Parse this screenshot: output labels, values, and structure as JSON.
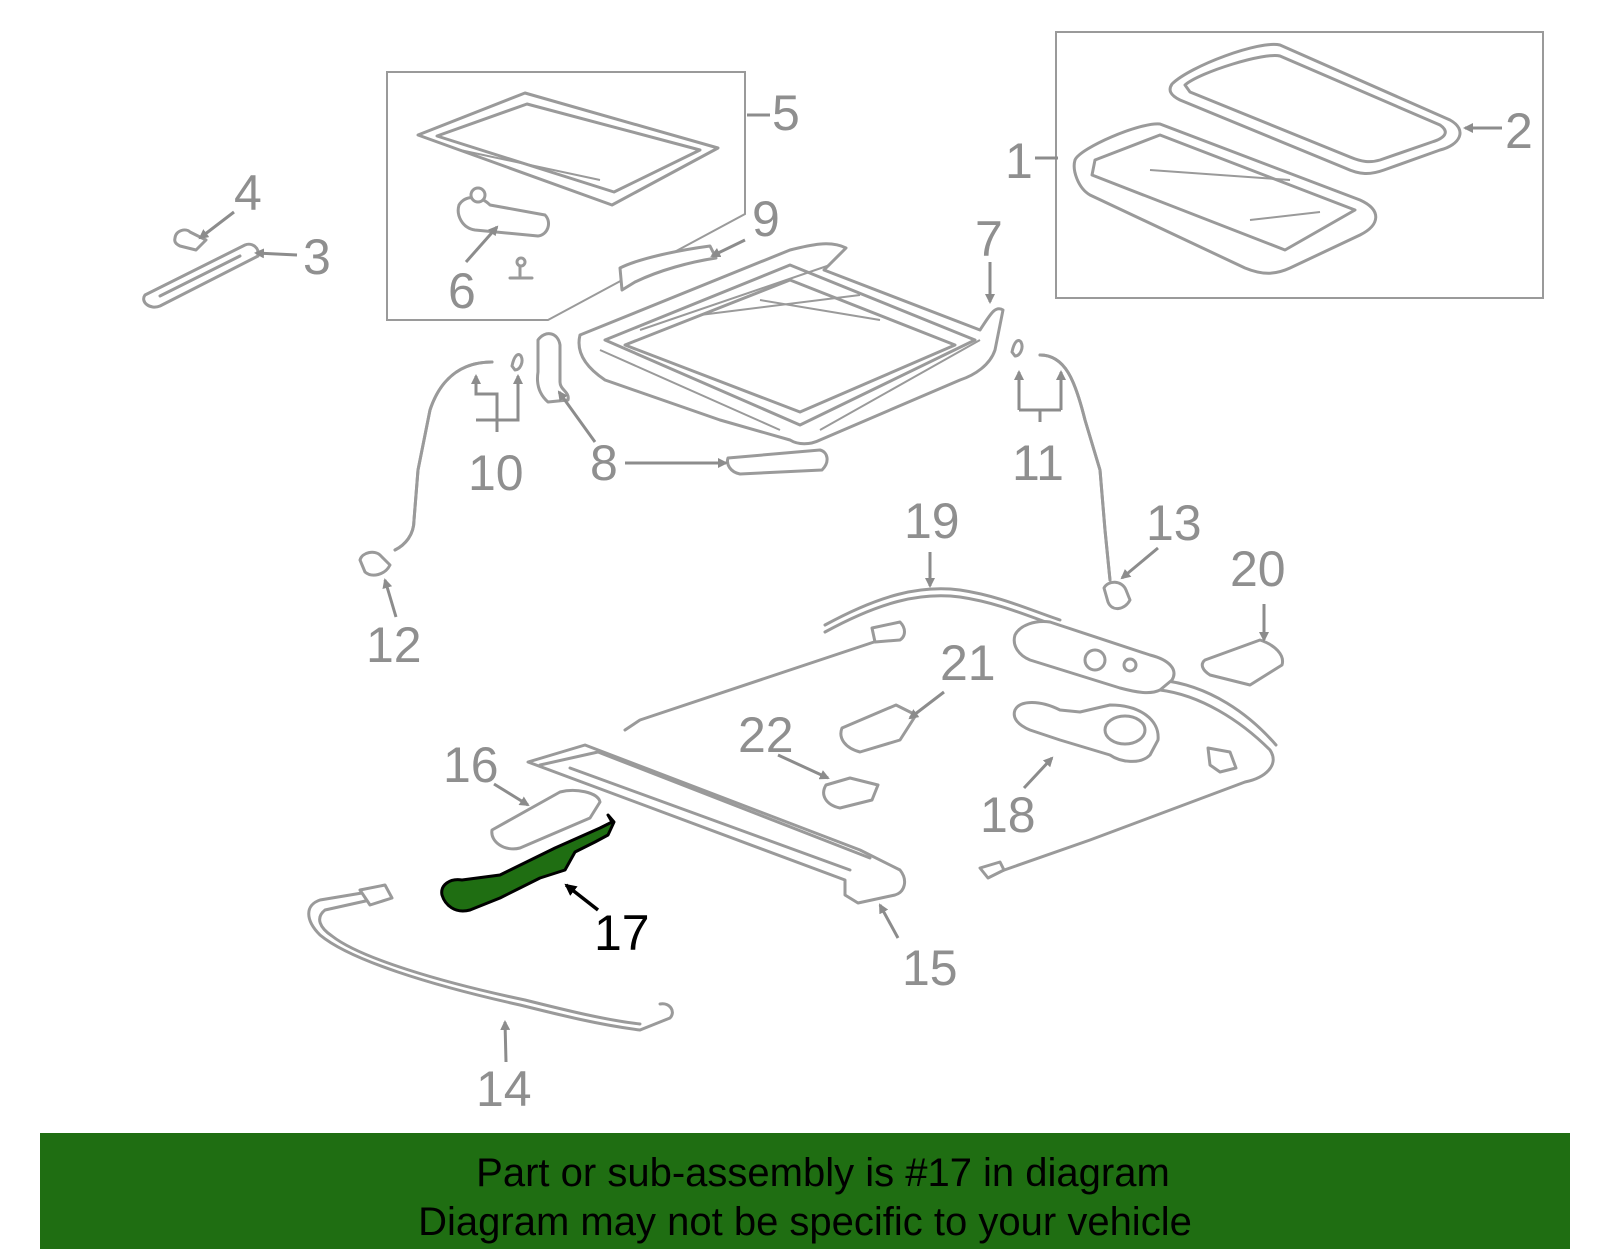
{
  "callouts": {
    "c1": "1",
    "c2": "2",
    "c3": "3",
    "c4": "4",
    "c5": "5",
    "c6": "6",
    "c7": "7",
    "c8": "8",
    "c9": "9",
    "c10": "10",
    "c11": "11",
    "c12": "12",
    "c13": "13",
    "c14": "14",
    "c15": "15",
    "c16": "16",
    "c17": "17",
    "c18": "18",
    "c19": "19",
    "c20": "20",
    "c21": "21",
    "c22": "22"
  },
  "highlighted_part": "17",
  "colors": {
    "highlight": "#1f6e12",
    "parts": "#9a9a9a",
    "banner": "#1f6e12"
  },
  "banner": {
    "line1": "Part or sub-assembly is #17 in diagram",
    "line2": "Diagram may not be specific to your vehicle"
  }
}
